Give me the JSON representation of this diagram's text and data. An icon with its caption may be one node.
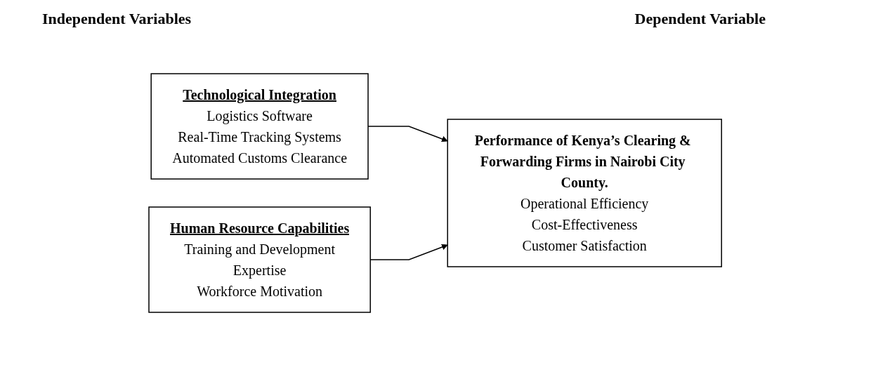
{
  "diagram": {
    "nodes": [
      {
        "text": [
          "Technological Integration",
          "Logistics Software",
          "Real-Time Tracking Systems",
          "Automated Customs Clearance"
        ]
      },
      {
        "text": [
          "Human Resource Capabilities",
          "Training and Development",
          "Expertise",
          "Workforce Motivation"
        ]
      },
      {
        "text": [
          "Performance of Kenya’s Clearing & Forwarding Firms in Nairobi City County.",
          "Operational Efficiency",
          "Cost-Effectiveness",
          "Customer Satisfaction"
        ]
      }
    ],
    "edges": [
      {
        "from": 0,
        "to": 2,
        "arrow": "to"
      },
      {
        "from": 1,
        "to": 2,
        "arrow": "to"
      }
    ],
    "labels": [
      "Independent Variables",
      "Dependent Variable"
    ]
  }
}
